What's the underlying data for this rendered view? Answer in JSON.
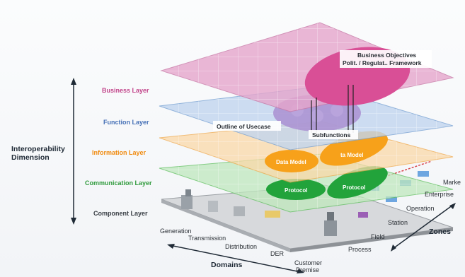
{
  "axis_titles": {
    "interoperability": [
      "Interoperability",
      "Dimension"
    ],
    "domains": "Domains",
    "zones": "Zones"
  },
  "layers": [
    {
      "label": "Business Layer",
      "color": "#c2448a"
    },
    {
      "label": "Function Layer",
      "color": "#4670b6"
    },
    {
      "label": "Information Layer",
      "color": "#f08a0e"
    },
    {
      "label": "Communication Layer",
      "color": "#2f9a3c"
    },
    {
      "label": "Component Layer",
      "color": "#3a4046"
    }
  ],
  "callouts": {
    "business_objectives": "Business Objectives",
    "polit_framework": "Polit. / Regulat.. Framework",
    "outline_usecase": "Outline of Usecase",
    "subfunctions": "Subfunctions"
  },
  "bubbles": {
    "data_model_left": "Data Model",
    "data_model_right": "ta Model",
    "protocol_left": "Protocol",
    "protocol_right": "Protocol"
  },
  "domains": [
    "Generation",
    "Transmission",
    "Distribution",
    "DER",
    "Customer",
    "Premise"
  ],
  "zones": [
    "Marke",
    "Enterprise",
    "Operation",
    "Station",
    "Field",
    "Process"
  ],
  "colors": {
    "business": "#d97bb0",
    "function": "#8cb0de",
    "information": "#f7c37a",
    "communication": "#8fd48e"
  }
}
